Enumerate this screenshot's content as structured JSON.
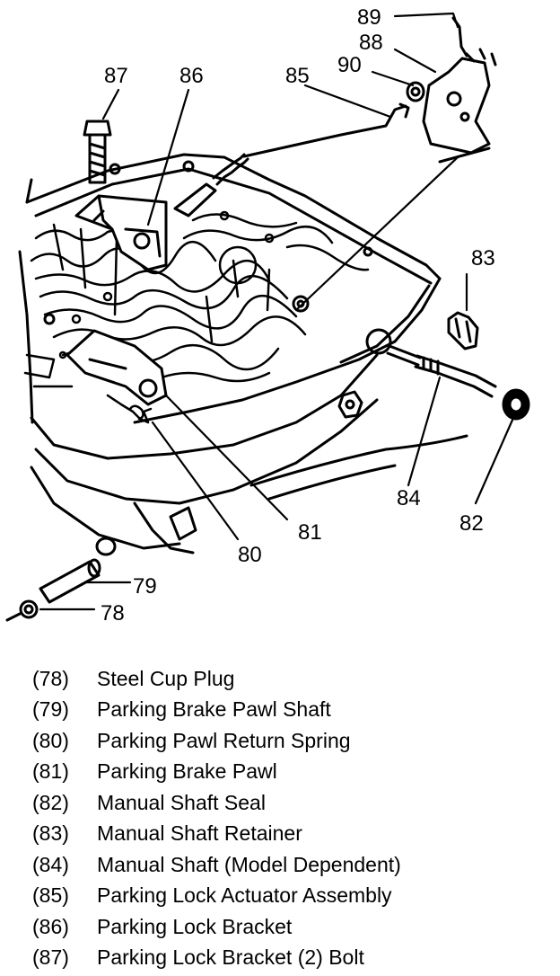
{
  "diagram": {
    "callouts": [
      {
        "id": "78",
        "label": "78"
      },
      {
        "id": "79",
        "label": "79"
      },
      {
        "id": "80",
        "label": "80"
      },
      {
        "id": "81",
        "label": "81"
      },
      {
        "id": "82",
        "label": "82"
      },
      {
        "id": "83",
        "label": "83"
      },
      {
        "id": "84",
        "label": "84"
      },
      {
        "id": "85",
        "label": "85"
      },
      {
        "id": "86",
        "label": "86"
      },
      {
        "id": "87",
        "label": "87"
      },
      {
        "id": "88",
        "label": "88"
      },
      {
        "id": "89",
        "label": "89"
      },
      {
        "id": "90",
        "label": "90"
      }
    ]
  },
  "legend": {
    "items": [
      {
        "num": "(78)",
        "desc": "Steel Cup Plug"
      },
      {
        "num": "(79)",
        "desc": "Parking Brake Pawl Shaft"
      },
      {
        "num": "(80)",
        "desc": "Parking Pawl Return Spring"
      },
      {
        "num": "(81)",
        "desc": "Parking Brake Pawl"
      },
      {
        "num": "(82)",
        "desc": "Manual Shaft Seal"
      },
      {
        "num": "(83)",
        "desc": "Manual Shaft Retainer"
      },
      {
        "num": "(84)",
        "desc": "Manual Shaft (Model Dependent)"
      },
      {
        "num": "(85)",
        "desc": "Parking Lock Actuator Assembly"
      },
      {
        "num": "(86)",
        "desc": "Parking Lock Bracket"
      },
      {
        "num": "(87)",
        "desc": "Parking Lock Bracket (2) Bolt"
      }
    ]
  }
}
